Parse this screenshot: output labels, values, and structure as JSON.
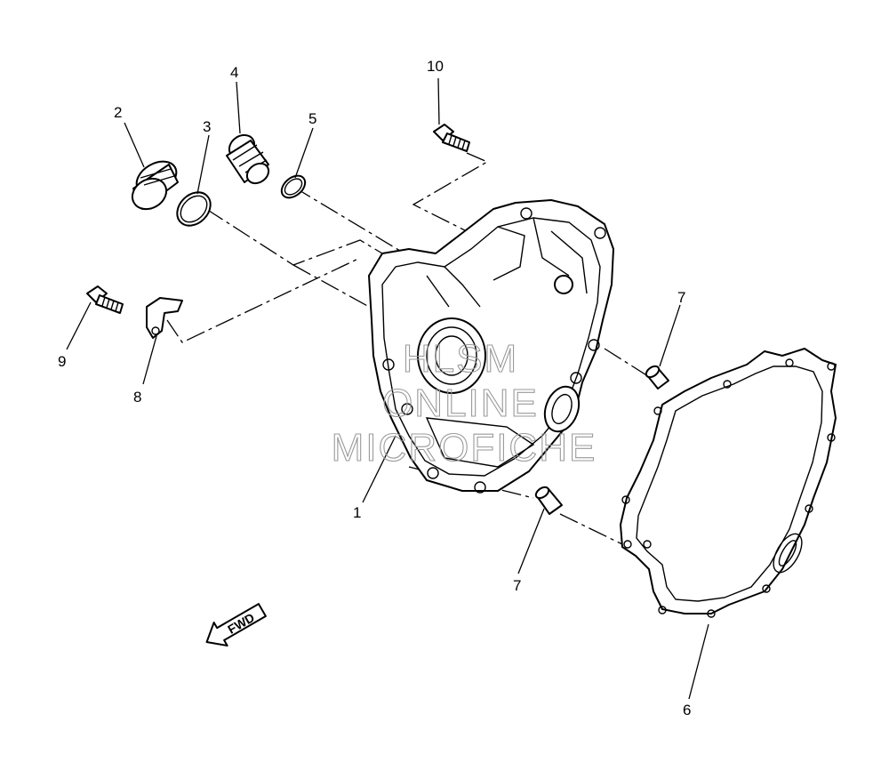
{
  "callouts": {
    "c1": "1",
    "c2": "2",
    "c3": "3",
    "c4": "4",
    "c5": "5",
    "c6": "6",
    "c7a": "7",
    "c7b": "7",
    "c8": "8",
    "c9": "9",
    "c10": "10"
  },
  "watermark": {
    "line1": "HLSM",
    "line2": "ONLINE",
    "line3": "MICROFICHE"
  },
  "direction_arrow": "FWD",
  "colors": {
    "line": "#000000",
    "watermark": "#9a9a9a",
    "background": "#ffffff"
  }
}
